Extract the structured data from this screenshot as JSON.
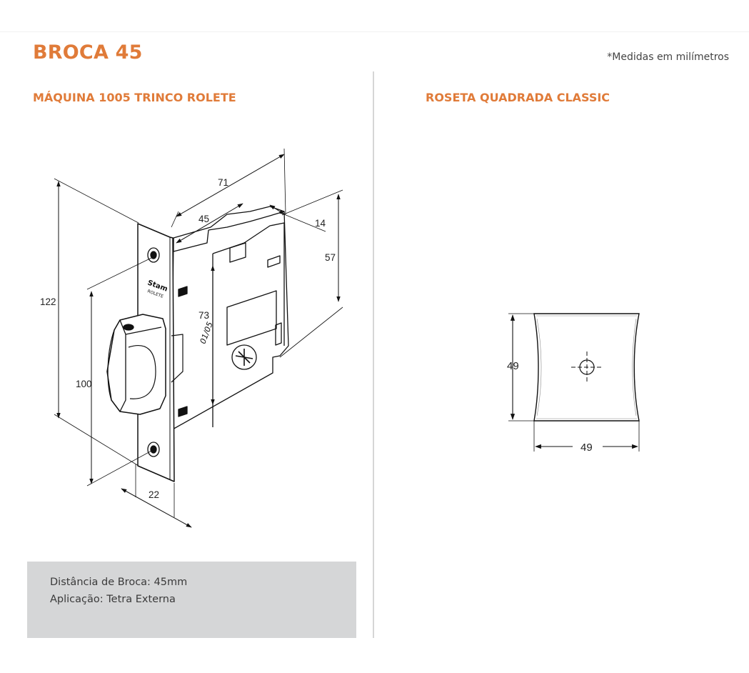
{
  "header": {
    "title": "BROCA 45",
    "note": "*Medidas em milímetros"
  },
  "left_panel": {
    "title": "MÁQUINA 1005 TRINCO ROLETE",
    "dimensions": {
      "d71": "71",
      "d45": "45",
      "d14": "14",
      "d57": "57",
      "d122": "122",
      "d73": "73",
      "d100": "100",
      "d22": "22"
    },
    "faceplate_text": {
      "brand": "Stam",
      "sub": "ROLETE",
      "code": "01/05"
    },
    "info": {
      "line1": "Distância de Broca: 45mm",
      "line2": "Aplicação: Tetra Externa"
    }
  },
  "right_panel": {
    "title": "ROSETA QUADRADA CLASSIC",
    "dimensions": {
      "height": "49",
      "width": "49"
    }
  },
  "colors": {
    "accent": "#e07b39",
    "info_box": "#d5d6d7",
    "divider": "#d6d6d6"
  }
}
